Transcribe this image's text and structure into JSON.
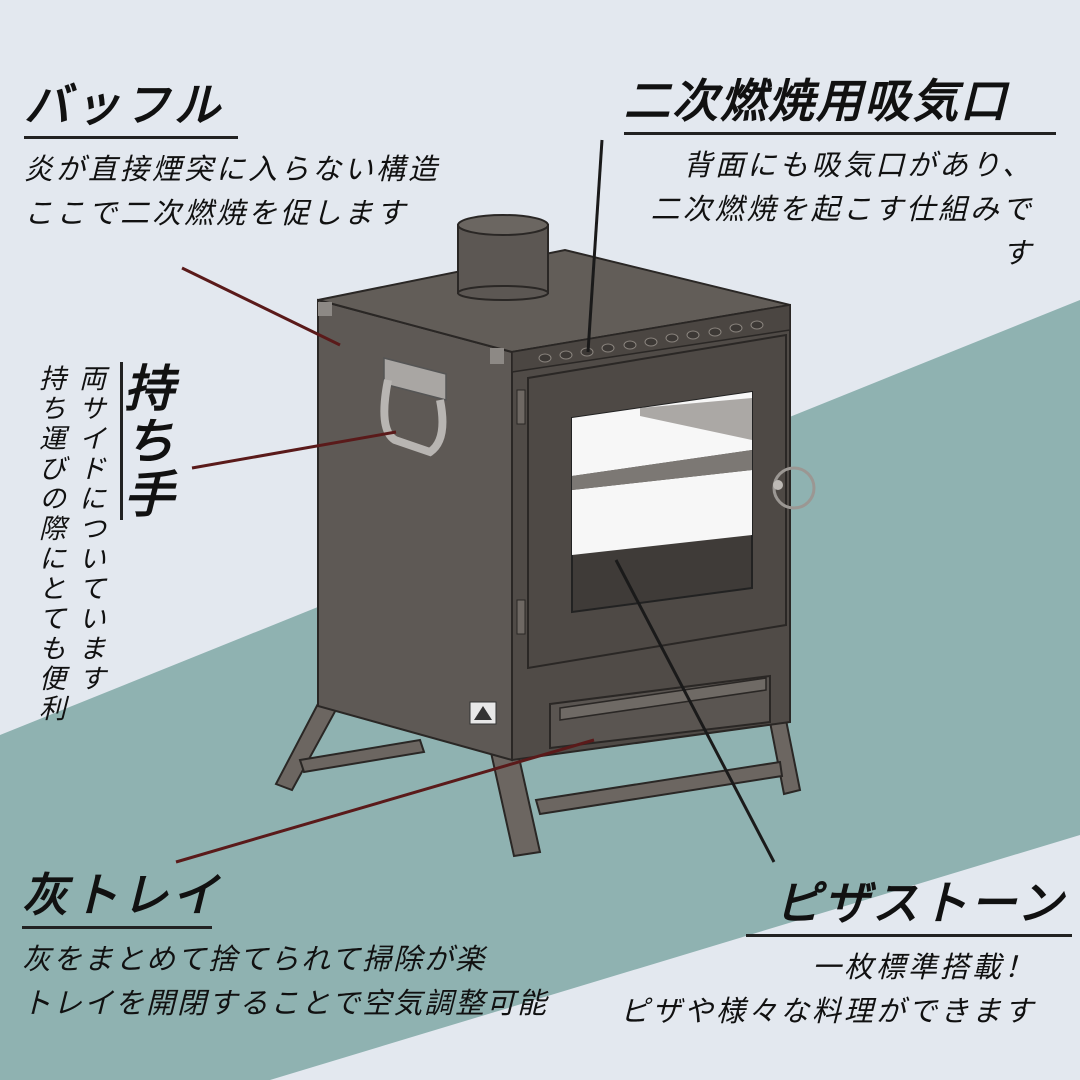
{
  "colors": {
    "background_light": "#e3e8ef",
    "background_teal": "#8fb2b1",
    "stove_body": "#5e5955",
    "stove_dark": "#4a4541",
    "window_white": "#f7f7f7",
    "leader_dark": "#1a1a1a",
    "leader_red": "#5a1a1a"
  },
  "callouts": {
    "baffle": {
      "title": "バッフル",
      "lines": [
        "炎が直接煙突に入らない構造",
        "ここで二次燃焼を促します"
      ]
    },
    "secondary_air": {
      "title": "二次燃焼用吸気口",
      "lines": [
        "背面にも吸気口があり、",
        "二次燃焼を起こす仕組みです"
      ]
    },
    "handle": {
      "title": "持ち手",
      "lines": [
        "両サイドについています",
        "持ち運びの際にとても便利"
      ]
    },
    "ash_tray": {
      "title": "灰トレイ",
      "lines": [
        "灰をまとめて捨てられて掃除が楽",
        "トレイを開閉することで空気調整可能"
      ]
    },
    "pizza_stone": {
      "title": "ピザストーン",
      "lines": [
        "一枚標準搭載！",
        "ピザや様々な料理ができます"
      ]
    }
  },
  "product": {
    "illustration": "wood-stove-with-window-door"
  }
}
